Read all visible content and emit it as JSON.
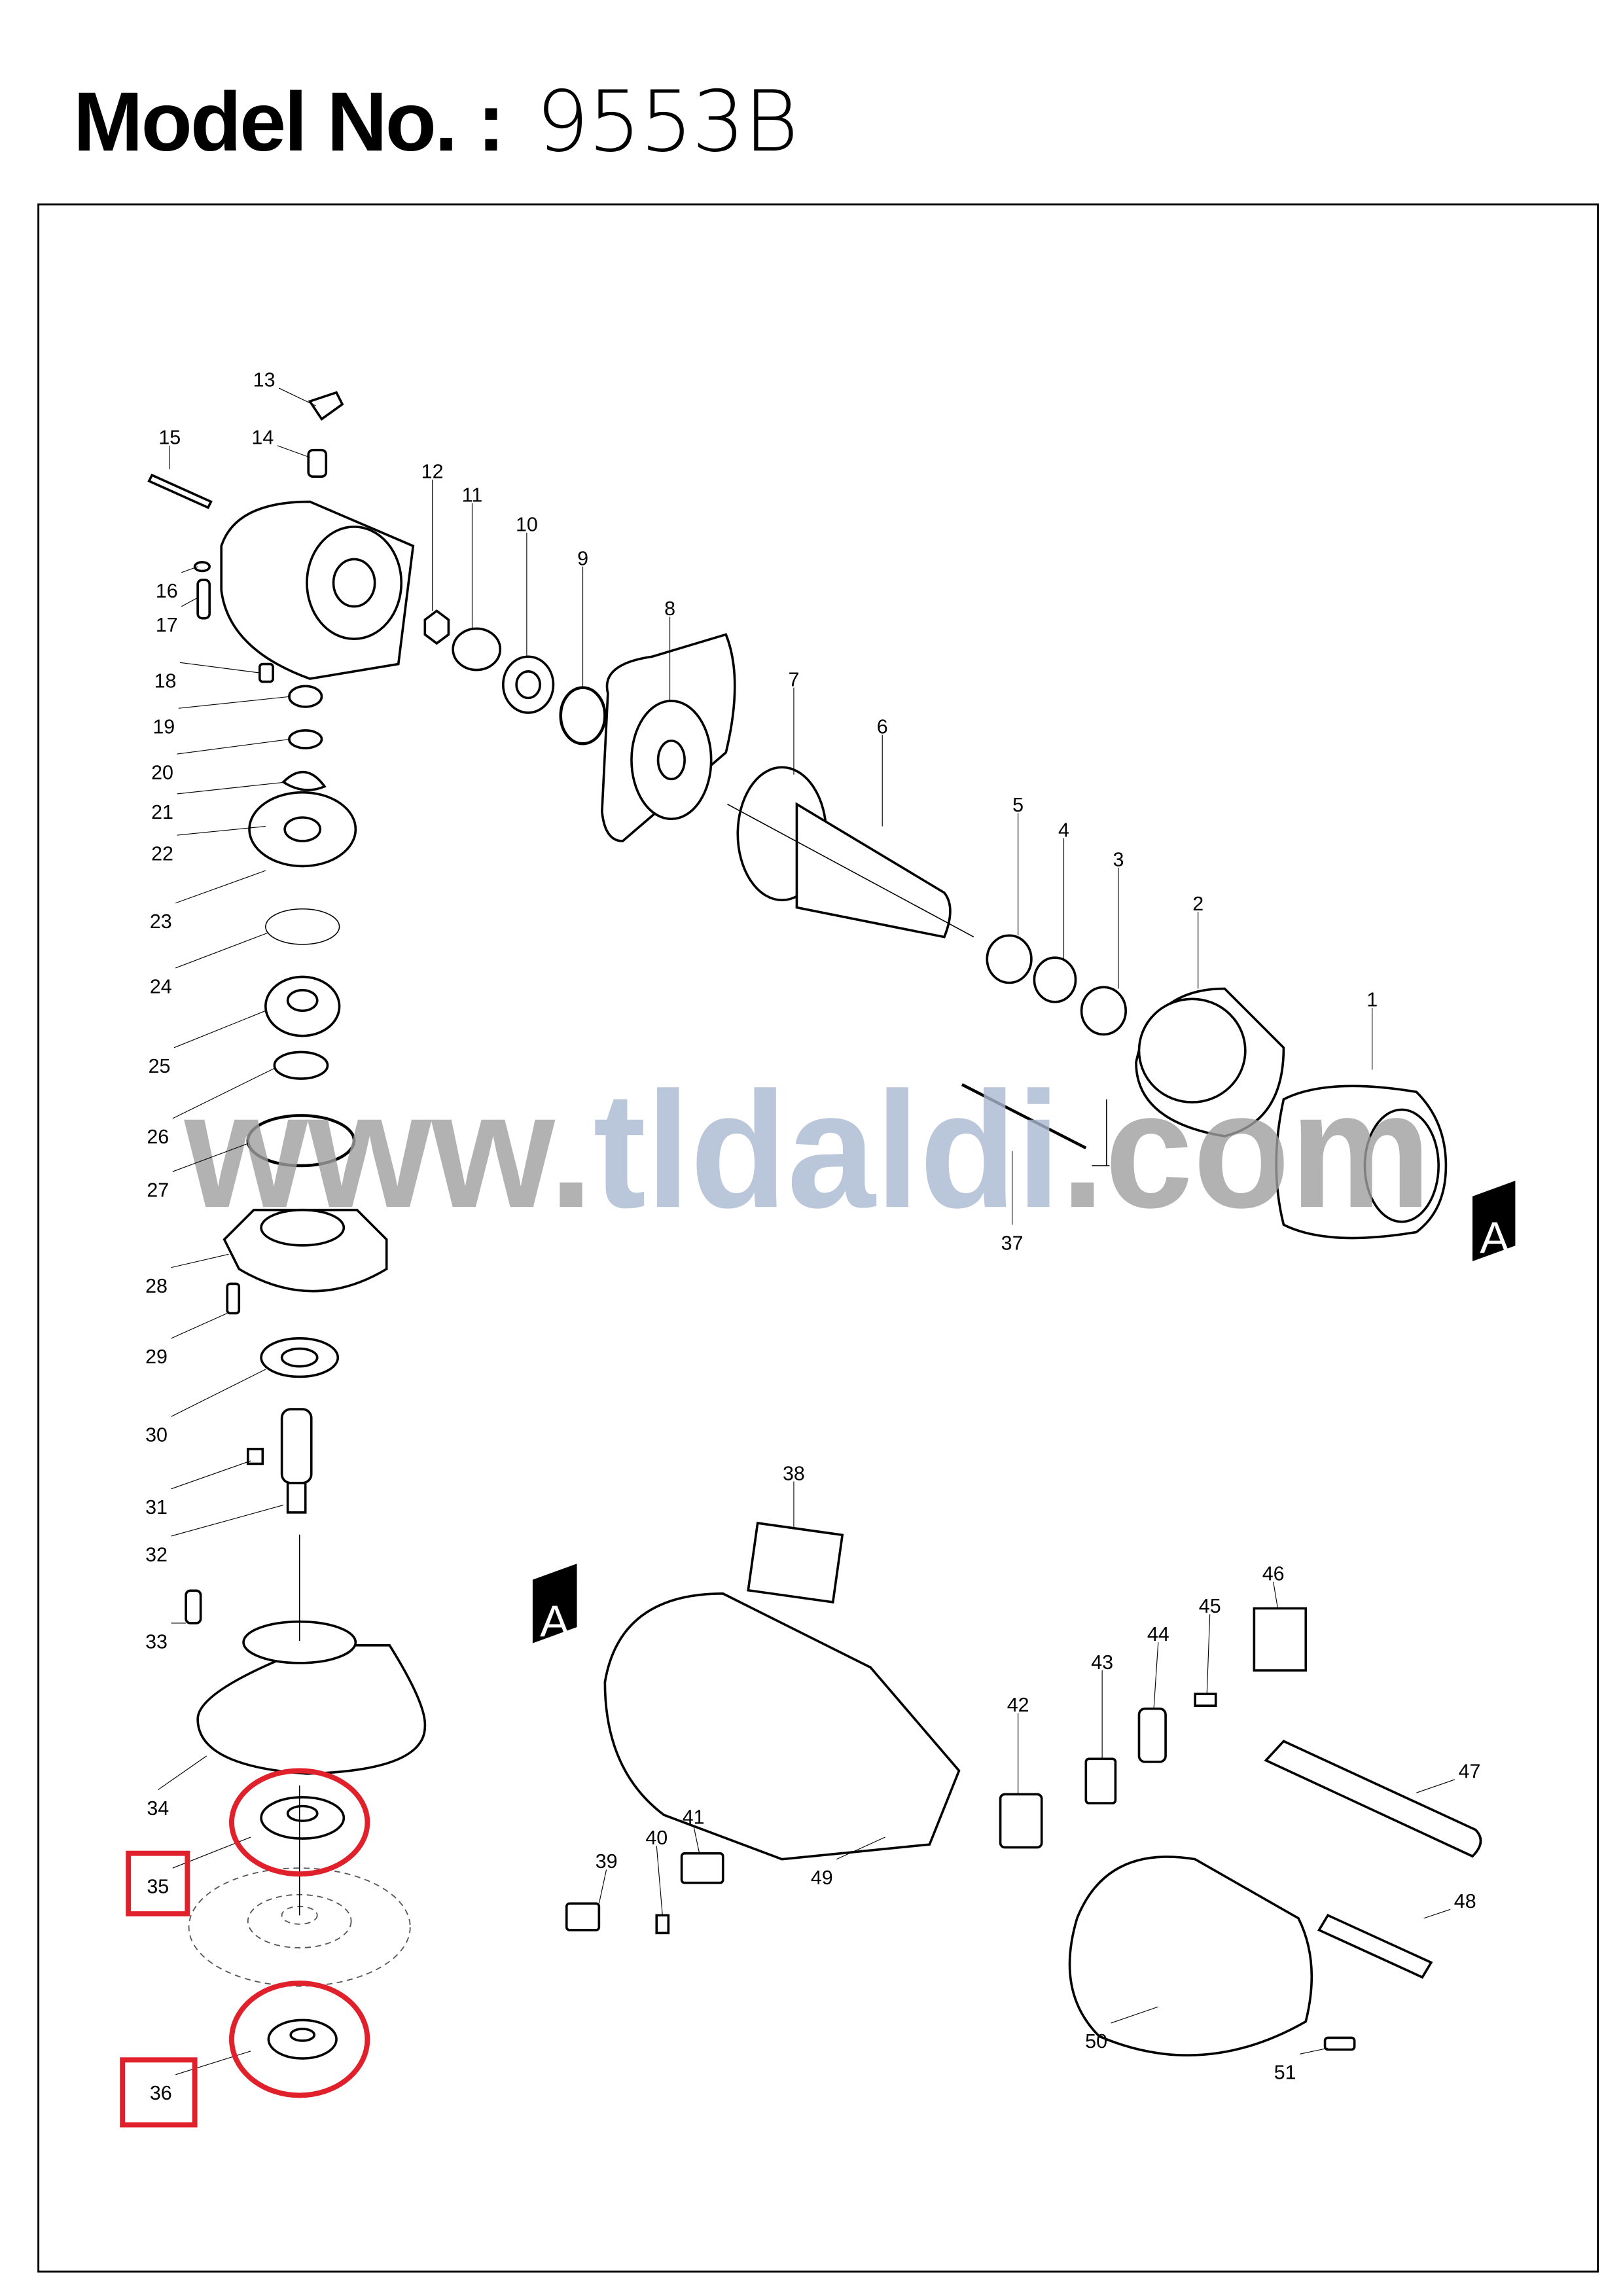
{
  "header": {
    "label": "Model No. :",
    "model": "9553B"
  },
  "watermark": {
    "prefix": "www.",
    "brand": "tldaldi",
    "suffix": ".com"
  },
  "section_marker": "A",
  "part_numbers": [
    "1",
    "2",
    "3",
    "4",
    "5",
    "6",
    "7",
    "8",
    "9",
    "10",
    "11",
    "12",
    "13",
    "14",
    "15",
    "16",
    "17",
    "18",
    "19",
    "20",
    "21",
    "22",
    "23",
    "24",
    "25",
    "26",
    "27",
    "28",
    "29",
    "30",
    "31",
    "32",
    "33",
    "34",
    "35",
    "36",
    "37",
    "38",
    "39",
    "40",
    "41",
    "42",
    "43",
    "44",
    "45",
    "46",
    "47",
    "48",
    "49",
    "50",
    "51"
  ],
  "highlighted_parts": [
    "35",
    "36"
  ],
  "colors": {
    "highlight": "#e0202a",
    "watermark_gray": "#a0a0a0",
    "watermark_blue": "#aab8d0"
  }
}
